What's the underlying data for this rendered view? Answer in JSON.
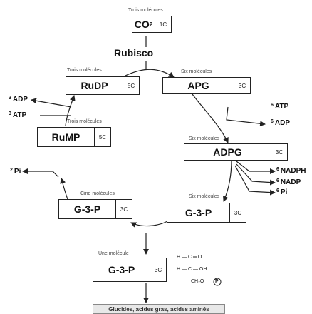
{
  "title": "",
  "co2": {
    "caption": "Trois molécules",
    "formula": "CO",
    "subscript": "2",
    "carbons": "1C"
  },
  "rubisco": "Rubisco",
  "apg": {
    "caption": "Six molécules",
    "name": "APG",
    "carbons": "3C"
  },
  "atp_adp_1": {
    "atp_count": "6",
    "atp": "ATP",
    "adp_count": "6",
    "adp": "ADP"
  },
  "adpg": {
    "caption": "Six molécules",
    "name": "ADPG",
    "carbons": "3C"
  },
  "nadph_group": {
    "nadph_count": "6",
    "nadph": "NADPH",
    "nadp_count": "6",
    "nadp": "NADP",
    "pi_count": "6",
    "pi": "Pi"
  },
  "g3p_six": {
    "caption": "Six molécules",
    "name": "G-3-P",
    "carbons": "3C"
  },
  "g3p_five": {
    "caption": "Cinq molécules",
    "name": "G-3-P",
    "carbons": "3C"
  },
  "g3p_one": {
    "caption": "Une molécule",
    "name": "G-3-P",
    "carbons": "3C"
  },
  "pi_out": {
    "count": "2",
    "label": "Pi"
  },
  "rump": {
    "caption": "Trois molécules",
    "name": "RuMP",
    "carbons": "5C"
  },
  "atp_adp_2": {
    "adp_count": "3",
    "adp": "ADP",
    "atp_count": "3",
    "atp": "ATP"
  },
  "rudp": {
    "caption": "Trois molécules",
    "name": "RuDP",
    "carbons": "5C"
  },
  "structure": {
    "row1": "H — C ═ O",
    "row2": "H — C — OH",
    "row3": "CH₂O",
    "phosphate": "P"
  },
  "output": "Glucides, acides gras, acides aminés"
}
